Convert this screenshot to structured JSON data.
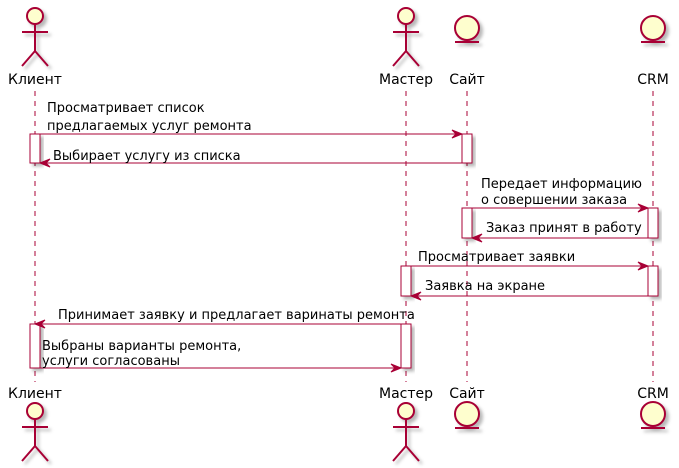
{
  "diagram": {
    "participants": [
      {
        "id": "client",
        "kind": "actor",
        "label": "Клиент"
      },
      {
        "id": "master",
        "kind": "actor",
        "label": "Мастер"
      },
      {
        "id": "site",
        "kind": "entity",
        "label": "Сайт"
      },
      {
        "id": "crm",
        "kind": "entity",
        "label": "CRM"
      }
    ],
    "messages": [
      {
        "from": "client",
        "to": "site",
        "lines": [
          "Просматривает список",
          "предлагаемых услуг ремонта"
        ]
      },
      {
        "from": "site",
        "to": "client",
        "lines": [
          "Выбирает услугу из списка"
        ]
      },
      {
        "from": "site",
        "to": "crm",
        "lines": [
          "Передает информацию",
          "о совершении заказа"
        ]
      },
      {
        "from": "crm",
        "to": "site",
        "lines": [
          "Заказ принят в работу"
        ]
      },
      {
        "from": "master",
        "to": "crm",
        "lines": [
          "Просматривает заявки"
        ]
      },
      {
        "from": "crm",
        "to": "master",
        "lines": [
          "Заявка на экране"
        ]
      },
      {
        "from": "master",
        "to": "client",
        "lines": [
          "Принимает заявку и предлагает варинаты ремонта"
        ]
      },
      {
        "from": "client",
        "to": "master",
        "lines": [
          "Выбраны варианты ремонта,",
          " услуги согласованы"
        ]
      }
    ],
    "colors": {
      "stroke": "#A80036",
      "fill": "#FEFECE",
      "activation_fill": "#FFFFFF",
      "text": "#000000"
    }
  }
}
